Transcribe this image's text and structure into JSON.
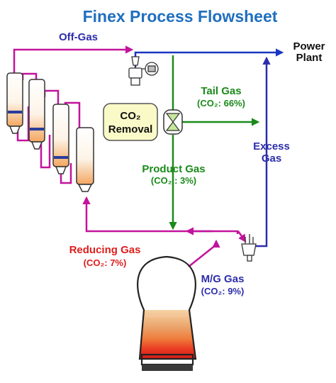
{
  "title": "Finex Process Flowsheet",
  "labels": {
    "off_gas": "Off-Gas",
    "power_plant_line1": "Power",
    "power_plant_line2": "Plant",
    "tail_gas": "Tail Gas",
    "tail_gas_co2": "(CO₂: 66%)",
    "co2_removal_line1": "CO₂",
    "co2_removal_line2": "Removal",
    "excess_gas_line1": "Excess",
    "excess_gas_line2": "Gas",
    "product_gas": "Product Gas",
    "product_gas_co2": "(CO₂ : 3%)",
    "reducing_gas": "Reducing Gas",
    "reducing_gas_co2": "(CO₂: 7%)",
    "mg_gas": "M/G Gas",
    "mg_gas_co2": "(CO₂: 9%)"
  },
  "colors": {
    "title": "#1f6fbf",
    "off_gas_line": "#c3139c",
    "reducing_line": "#c3139c",
    "power_line": "#1b36c0",
    "excess_line": "#2d2dac",
    "product_line": "#1a8a1a",
    "tail_line": "#1a8a1a",
    "reducing_text": "#e01c1c",
    "mg_text": "#2d2dac",
    "tail_text": "#1a8a1a",
    "product_text": "#1a8a1a",
    "co2_box_fill": "#fafac8",
    "reactor_fill": "#fde6c8",
    "melter_hot": "#e8231b"
  },
  "icons": {
    "compressor": "compressor-icon",
    "valve": "psa-valve-icon",
    "cyclone": "cyclone-icon"
  }
}
